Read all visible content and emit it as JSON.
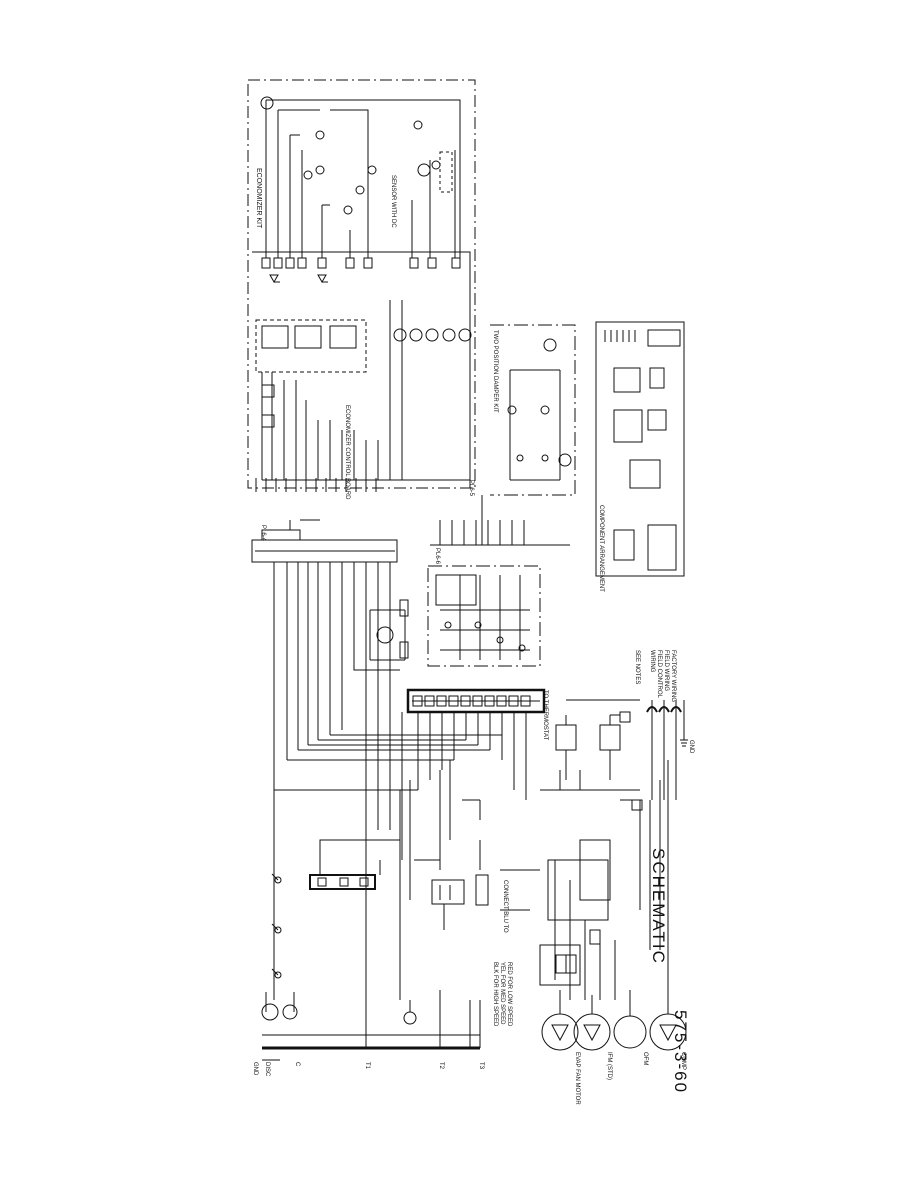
{
  "diagram": {
    "title": "SCHEMATIC",
    "voltage": "575-3-60",
    "economizer": {
      "label": "ECONOMIZER KIT",
      "board": "ECONOMIZER CONTROL BOARD",
      "sensor": "SENSOR WITH DC"
    },
    "damper_kit": "TWO POSITION DAMPER KIT",
    "component_arrangement": "COMPONENT ARRANGEMENT",
    "plugs": [
      "PL6-4",
      "PL6-5",
      "PL6-6"
    ],
    "thermostat": "TO THERMOSTAT",
    "motors": {
      "evap": "EVAP FAN MOTOR",
      "ifm": "IFM (STD)",
      "ofm": "OFM",
      "comp": "COMP"
    },
    "connect_note": "CONNECT BLU TO",
    "speed_notes": [
      "BLK FOR HIGH SPEED",
      "YEL FOR MED SPEED",
      "RED FOR LOW SPEED"
    ],
    "field_notes": [
      "FACTORY WIRING",
      "FIELD WIRING",
      "FIELD CONTROL",
      "WIRING"
    ],
    "see_notes": "SEE NOTES",
    "ground": "GND",
    "left_side_labels": [
      "GND",
      "DISC",
      "C",
      "T1",
      "T2",
      "T3"
    ]
  }
}
